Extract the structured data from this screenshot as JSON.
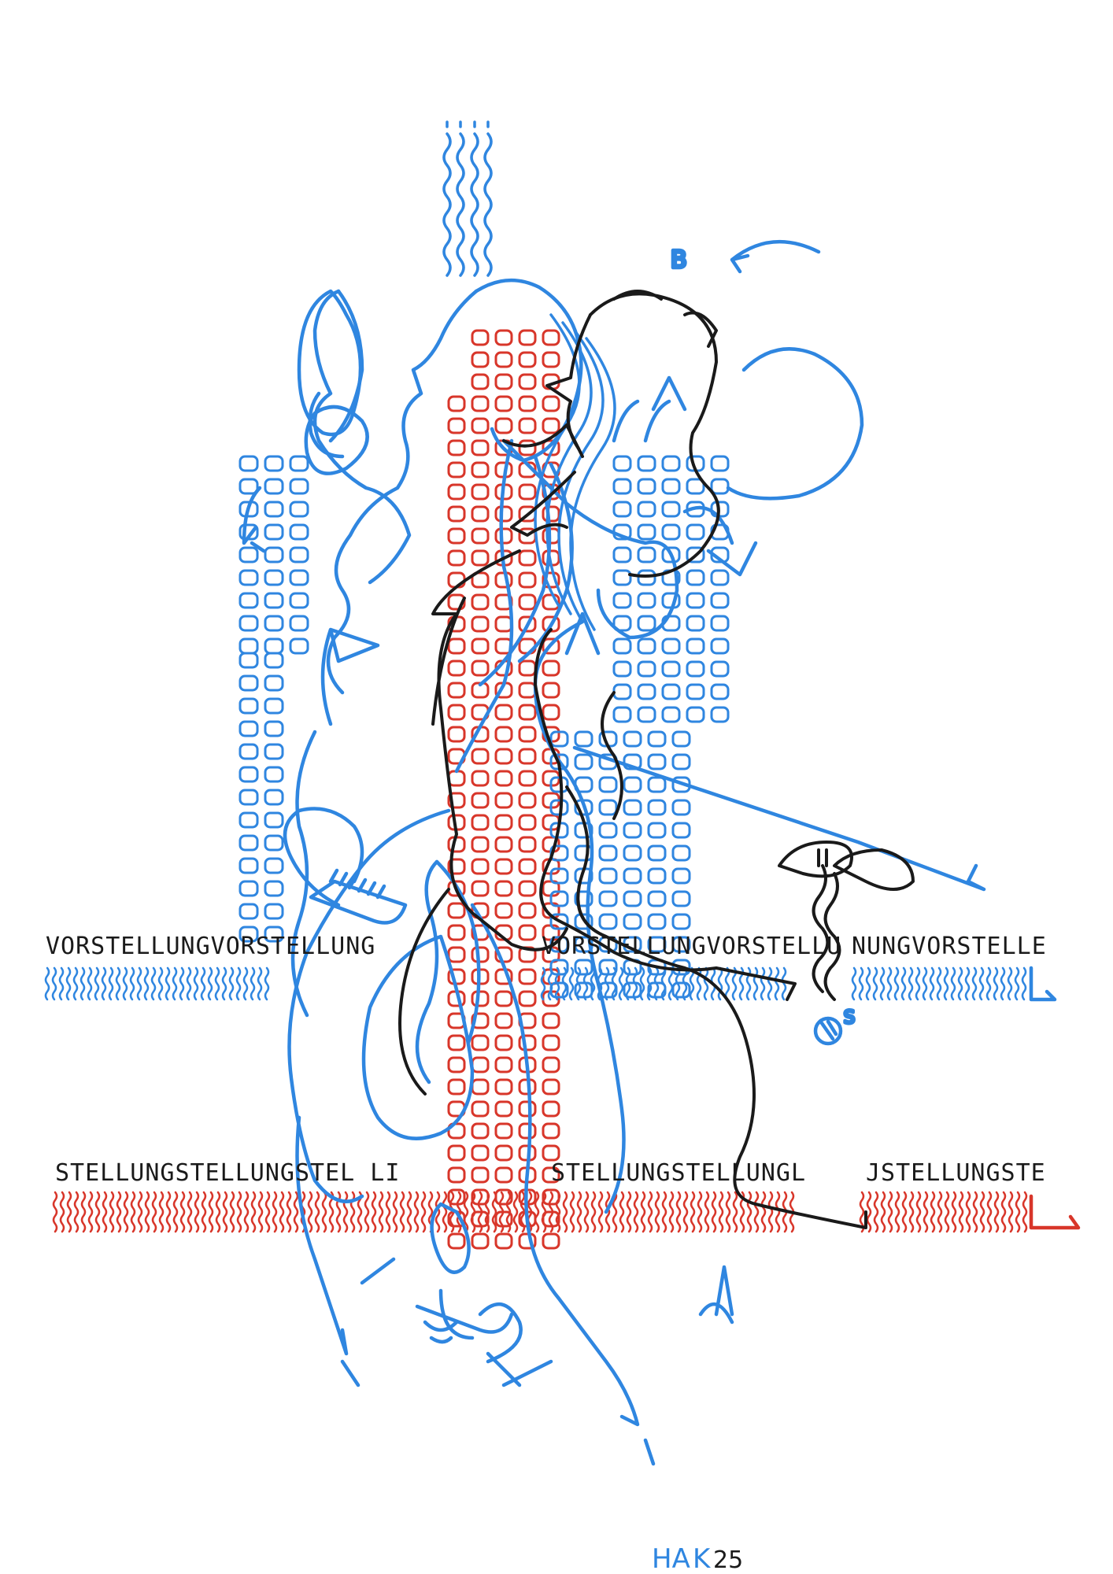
{
  "artwork": {
    "colors": {
      "ink_blue": "#2f86e0",
      "ink_black": "#1a1a1a",
      "ink_red": "#d8362a",
      "paper": "#ffffff"
    },
    "text_rows": {
      "row1": [
        "VORSTELLUNGVORSTELLUNG",
        "VORSTELLUNGVORSTELLU",
        "NUNGVORSTELLE"
      ],
      "row2": [
        "STELLUNGSTELLUNGSTEL LI",
        "STELLUNGSTELLUNGL",
        "JSTELLUNGSTE"
      ]
    },
    "letters": {
      "b_mark": "B",
      "s_mark": "S"
    },
    "signature": {
      "part1": "HA",
      "part2": "K",
      "year": "25"
    }
  }
}
